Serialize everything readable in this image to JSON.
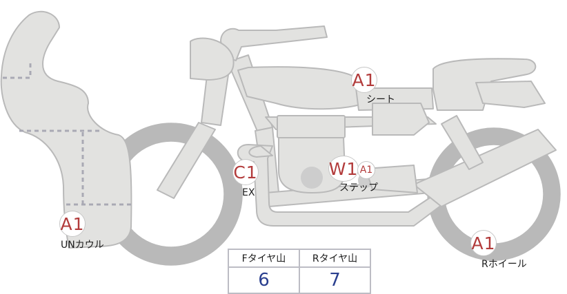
{
  "colors": {
    "body_fill": "#e2e2e0",
    "body_stroke": "#b9b9b9",
    "grade_text": "#b23b3b",
    "value_text": "#2a3f8f",
    "table_border": "#bcbcc4"
  },
  "markers": {
    "cowl": {
      "grade": "A1",
      "label": "UNカウル"
    },
    "ex": {
      "grade": "C1",
      "label": "EX"
    },
    "seat": {
      "grade": "A1",
      "label": "シート"
    },
    "step": {
      "grade_main": "W1",
      "grade_sub": "A1",
      "label": "ステップ"
    },
    "rear_wheel": {
      "grade": "A1",
      "label": "Rホイール"
    }
  },
  "tread_table": {
    "headers": [
      "Fタイヤ山",
      "Rタイヤ山"
    ],
    "values": [
      "6",
      "7"
    ]
  }
}
